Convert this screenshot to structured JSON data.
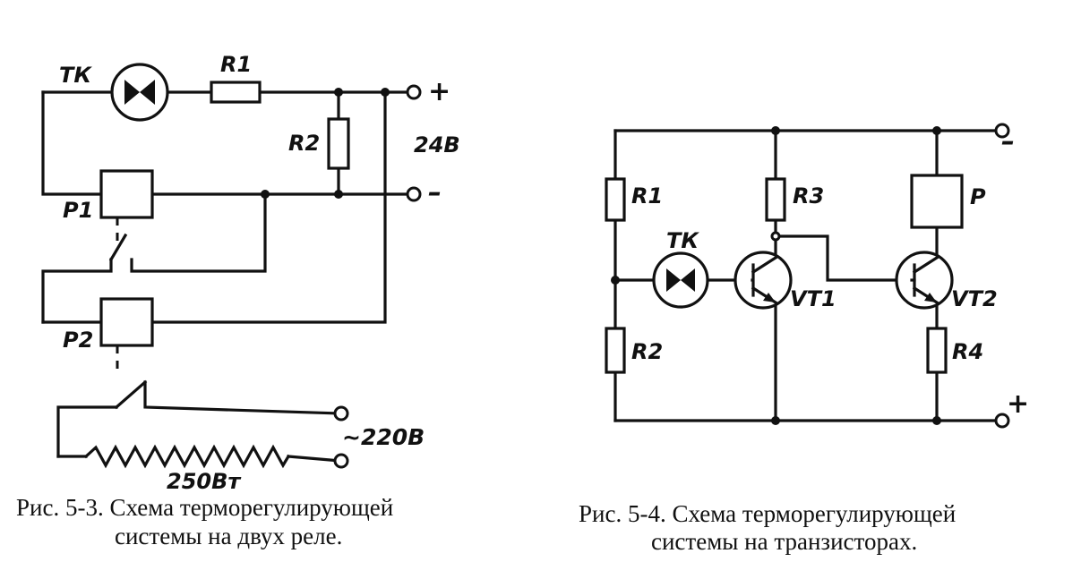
{
  "fig1": {
    "labels": {
      "tk": "ТК",
      "r1": "R1",
      "r2": "R2",
      "p1": "P1",
      "p2": "P2",
      "voltage": "24В",
      "plus": "+",
      "minus": "–",
      "mains": "~220В",
      "power": "250Вт"
    },
    "caption": [
      "Рис. 5-3. Схема терморегулирующей",
      "системы на двух реле."
    ]
  },
  "fig2": {
    "labels": {
      "r1": "R1",
      "r2": "R2",
      "r3": "R3",
      "r4": "R4",
      "tk": "ТК",
      "vt1": "VT1",
      "vt2": "VT2",
      "p": "Р",
      "minus": "–",
      "plus": "+"
    },
    "caption": [
      "Рис. 5-4. Схема терморегулирующей",
      "системы на транзисторах."
    ]
  },
  "colors": {
    "ink": "#111111",
    "paper": "#ffffff"
  }
}
